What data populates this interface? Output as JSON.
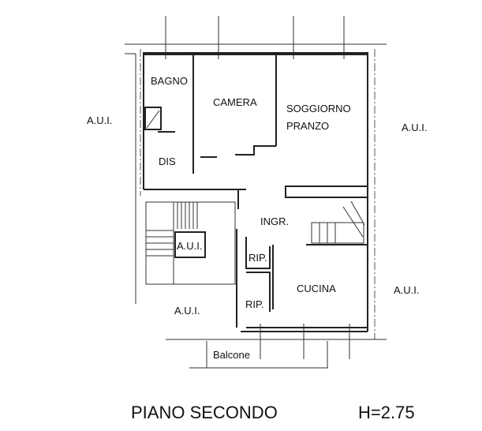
{
  "plan": {
    "rooms": {
      "bagno": "BAGNO",
      "camera": "CAMERA",
      "soggiorno_line1": "SOGGIORNO",
      "soggiorno_line2": "PRANZO",
      "dis": "DIS",
      "ingresso": "INGR.",
      "rip1": "RIP.",
      "rip2": "RIP.",
      "cucina": "CUCINA",
      "balcone": "Balcone"
    },
    "neighbors": {
      "left": "A.U.I.",
      "right_top": "A.U.I.",
      "stairwell": "A.U.I.",
      "bottom": "A.U.I.",
      "right_bottom": "A.U.I."
    }
  },
  "footer": {
    "floor": "PIANO SECONDO",
    "height": "H=2.75"
  }
}
